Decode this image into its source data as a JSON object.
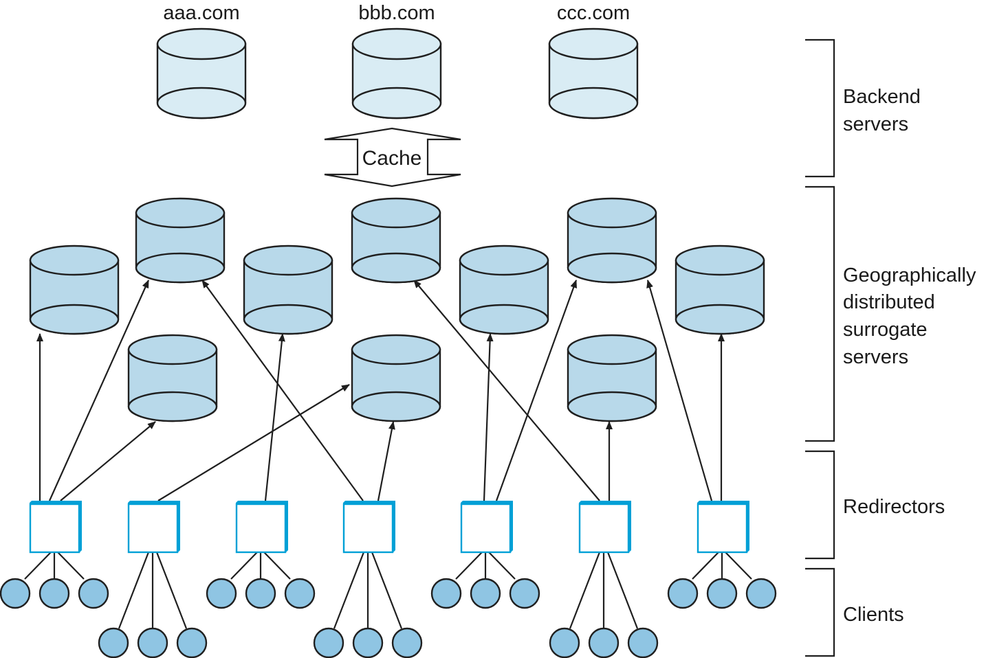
{
  "diagram": {
    "title": "Content delivery network architecture",
    "backend_servers": [
      {
        "id": "aaa",
        "domain": "aaa.com"
      },
      {
        "id": "bbb",
        "domain": "bbb.com"
      },
      {
        "id": "ccc",
        "domain": "ccc.com"
      }
    ],
    "cache_label": "Cache",
    "cache_connects": [
      "bbb.com",
      "surrogate-5"
    ],
    "tiers": [
      {
        "id": "backend",
        "lines": [
          "Backend",
          "servers"
        ]
      },
      {
        "id": "surrogate",
        "lines": [
          "Geographically",
          "distributed",
          "surrogate",
          "servers"
        ]
      },
      {
        "id": "redirectors",
        "lines": [
          "Redirectors"
        ]
      },
      {
        "id": "clients",
        "lines": [
          "Clients"
        ]
      }
    ],
    "surrogate_servers": [
      {
        "id": "S1"
      },
      {
        "id": "S2"
      },
      {
        "id": "S3"
      },
      {
        "id": "S4"
      },
      {
        "id": "S5"
      },
      {
        "id": "S6"
      },
      {
        "id": "S7"
      },
      {
        "id": "S8"
      },
      {
        "id": "S9"
      },
      {
        "id": "S10"
      }
    ],
    "redirectors": [
      {
        "id": "R1",
        "client_count": 3,
        "routes_to": [
          "S1",
          "S2",
          "S4"
        ]
      },
      {
        "id": "R2",
        "client_count": 3,
        "routes_to": [
          "S6"
        ]
      },
      {
        "id": "R3",
        "client_count": 3,
        "routes_to": [
          "S3"
        ]
      },
      {
        "id": "R4",
        "client_count": 3,
        "routes_to": [
          "S2",
          "S6"
        ]
      },
      {
        "id": "R5",
        "client_count": 3,
        "routes_to": [
          "S7",
          "S8"
        ]
      },
      {
        "id": "R6",
        "client_count": 3,
        "routes_to": [
          "S5",
          "S9"
        ]
      },
      {
        "id": "R7",
        "client_count": 3,
        "routes_to": [
          "S8",
          "S10"
        ]
      }
    ],
    "colors": {
      "backend_fill": "#d9ecf4",
      "surrogate_fill": "#b8d9ea",
      "redirector_border": "#00a0d6",
      "client_fill": "#8fc5e3",
      "stroke": "#1f1f1f"
    }
  }
}
